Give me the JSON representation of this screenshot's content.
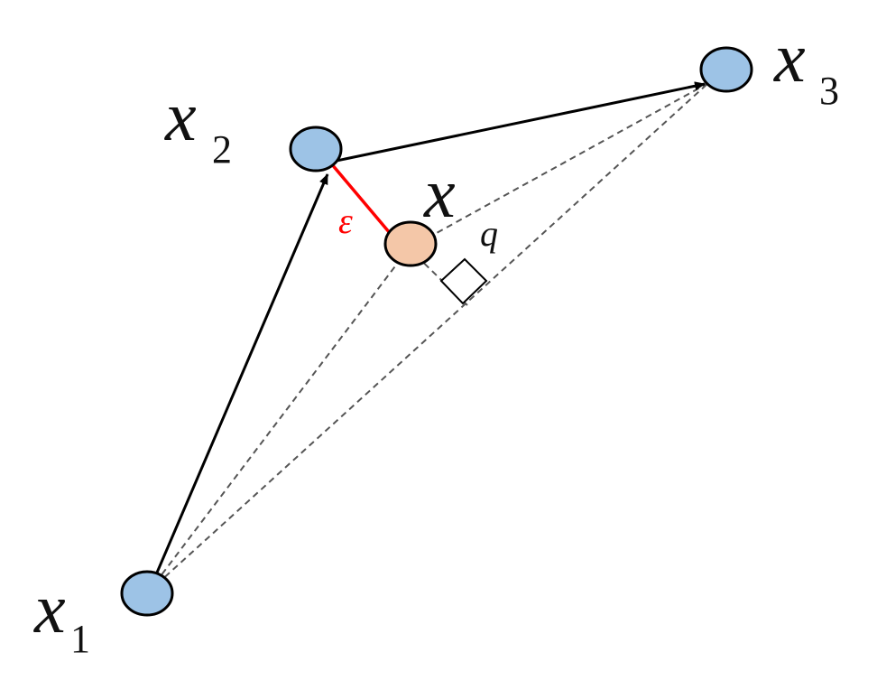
{
  "colors": {
    "node_fill": "#9dc3e6",
    "query_fill": "#f4c7a8",
    "edge": "#000000",
    "dashed": "#555555",
    "epsilon": "#ff0000"
  },
  "labels": {
    "x1": {
      "main": "x",
      "sub": "1"
    },
    "x2": {
      "main": "x",
      "sub": "2"
    },
    "x3": {
      "main": "x",
      "sub": "3"
    },
    "x": "x",
    "epsilon": "ε",
    "q": "q"
  }
}
